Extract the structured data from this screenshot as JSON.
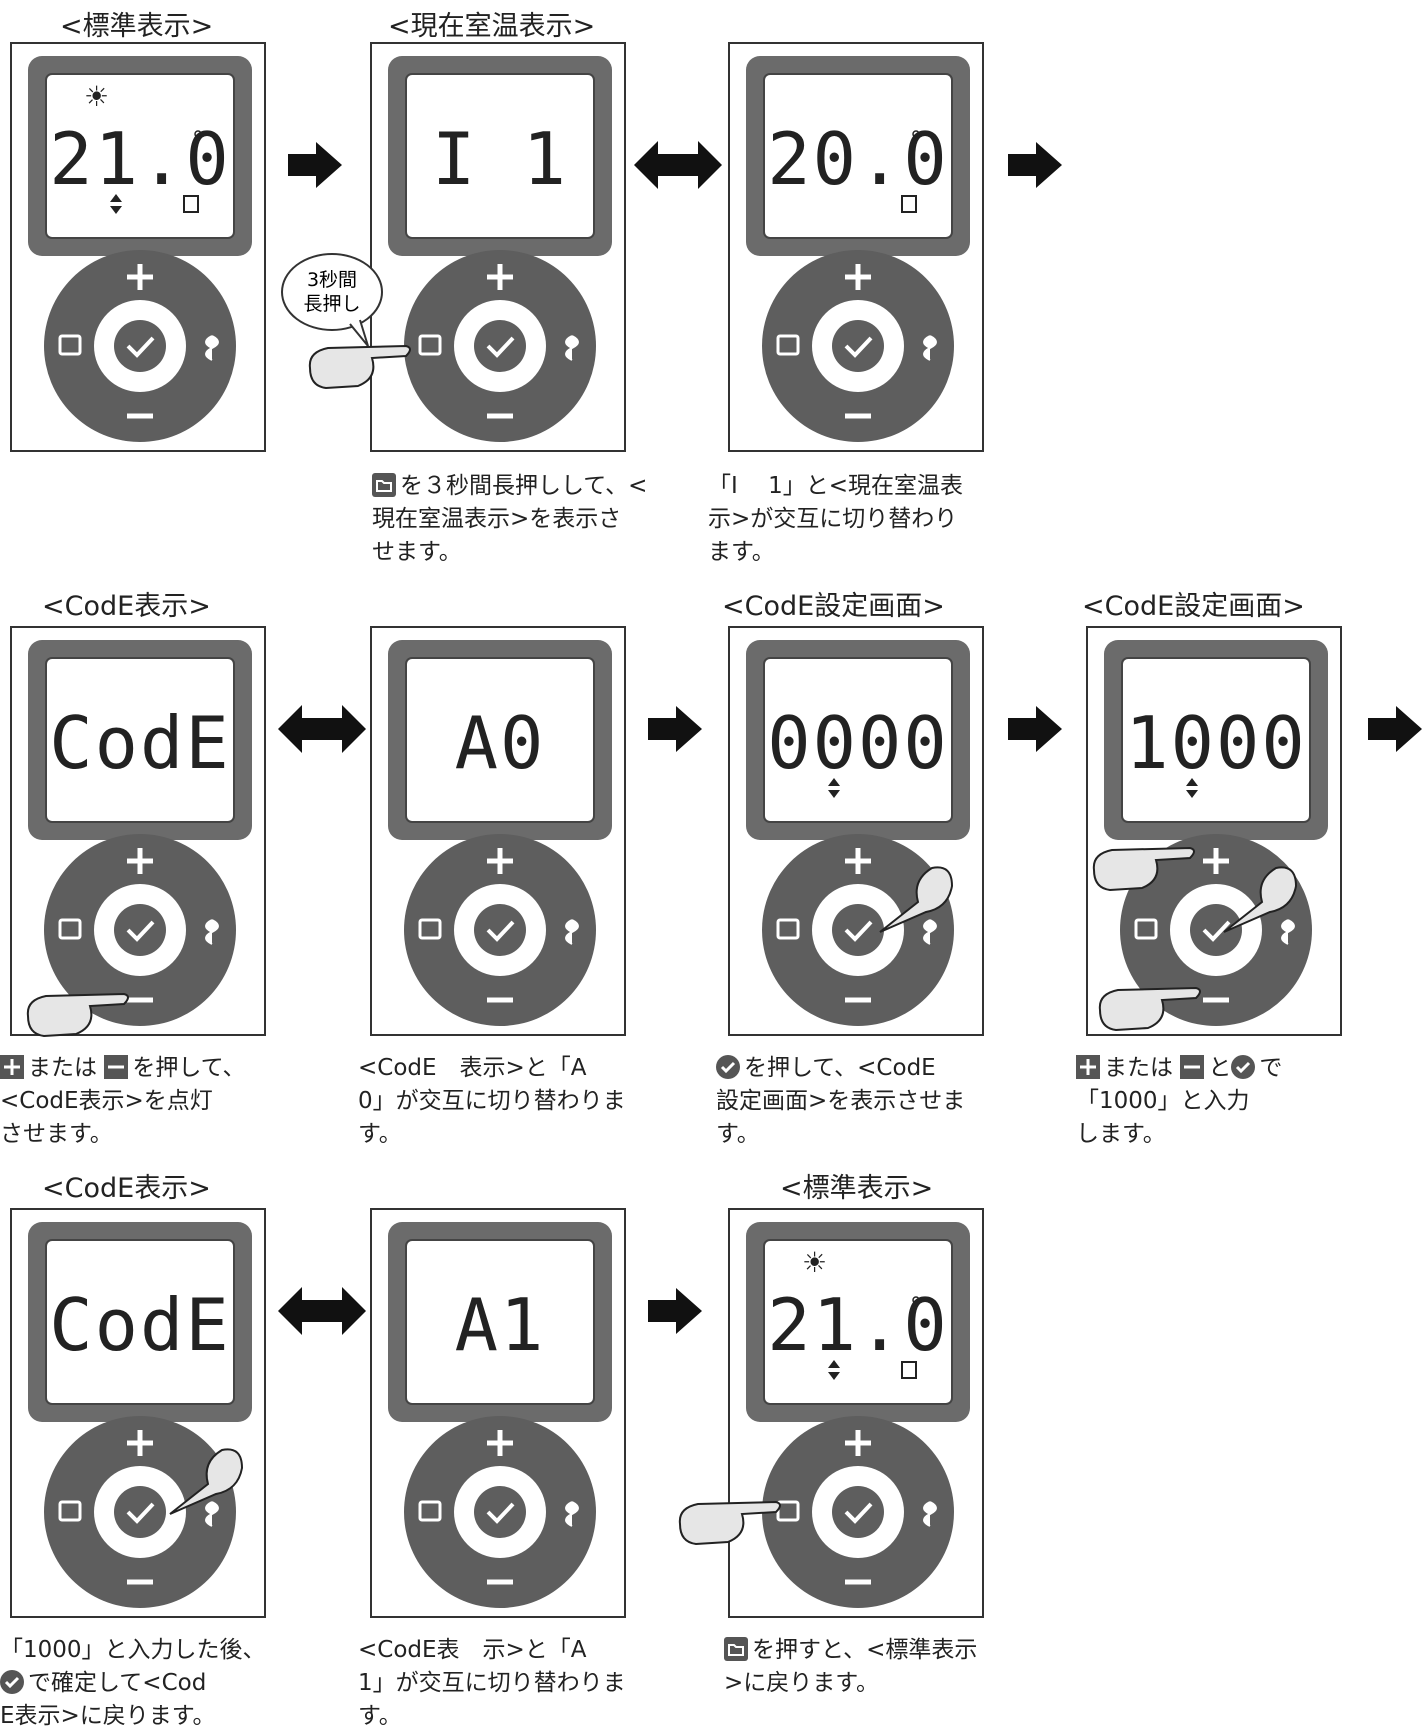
{
  "colors": {
    "device": "#6b6b6b",
    "ring": "#5e5e5e",
    "screen": "#ffffff",
    "hand": "#e6e6e6",
    "ink": "#222222"
  },
  "panels": [
    {
      "title": "<標準表示>",
      "lcd": "21.0",
      "sun": true,
      "degree": true,
      "updown": true,
      "house": true,
      "caption": []
    },
    {
      "title": "<現在室温表示>",
      "lcd": "I   1",
      "sun": false,
      "degree": false,
      "updown": false,
      "house": false,
      "bubble": [
        "3秒間",
        "長押し"
      ],
      "caption": [
        "を３秒間長押しして、<",
        "現在室温表示>を表示さ",
        "せます。"
      ],
      "caption_icon": "folder-icon"
    },
    {
      "title": "",
      "lcd": "20.0",
      "sun": false,
      "degree": true,
      "updown": false,
      "house": true,
      "caption": [
        "「I　 1」と<現在室温表",
        "示>が交互に切り替わり",
        "ます。"
      ]
    },
    {
      "title": "<CodE表示>",
      "lcd": "CodE",
      "caption": [
        "または",
        "を押して、",
        "<CodE表示>を点灯",
        "させます。"
      ]
    },
    {
      "title": "",
      "lcd": "A0",
      "caption": [
        "<CodE　表示>と「A",
        "0」が交互に切り替わりま",
        "す。"
      ]
    },
    {
      "title": "<CodE設定画面>",
      "lcd": "0000",
      "updown": true,
      "caption": [
        "を押して、<CodE",
        "設定画面>を表示させま",
        "す。"
      ]
    },
    {
      "title": "<CodE設定画面>",
      "lcd": "1000",
      "updown": true,
      "caption": [
        "または",
        "と",
        "で",
        "「1000」と入力",
        "します。"
      ]
    },
    {
      "title": "<CodE表示>",
      "lcd": "CodE",
      "caption": [
        "「1000」と入力した後、",
        "で確定して<Cod",
        "E表示>に戻ります。"
      ]
    },
    {
      "title": "",
      "lcd": "A1",
      "caption": [
        "<CodE表　示>と「A",
        "1」が交互に切り替わりま",
        "す。"
      ]
    },
    {
      "title": "<標準表示>",
      "lcd": "21.0",
      "sun": true,
      "degree": true,
      "updown": true,
      "house": true,
      "caption": [
        "を押すと、<標準表示",
        ">に戻ります。"
      ]
    }
  ]
}
